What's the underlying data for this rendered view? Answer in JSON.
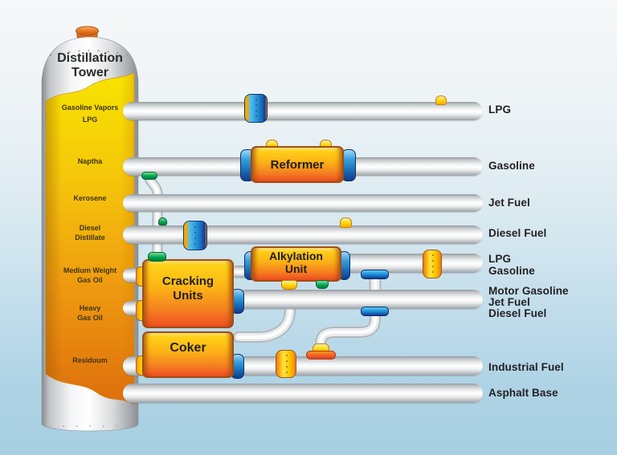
{
  "tower": {
    "title": "Distillation\nTower",
    "labels": {
      "gasoline_vapors": "Gasoline Vapors",
      "lpg": "LPG",
      "naptha": "Naptha",
      "kerosene": "Kerosene",
      "diesel_distillate": "Diesel\nDistillate",
      "medium_gas_oil": "Medium Weight\nGas Oil",
      "heavy_gas_oil": "Heavy\nGas Oil",
      "residuum": "Residuum"
    },
    "colors": {
      "shell_metal": "#d9dbdd",
      "crude_top": "#f7e400",
      "crude_bottom": "#e0700c",
      "top_cap": "#e87722"
    }
  },
  "units": {
    "reformer": "Reformer",
    "alkylation": "Alkylation\nUnit",
    "cracking": "Cracking\nUnits",
    "coker": "Coker",
    "colors": {
      "body_top": "#ffd818",
      "body_bottom": "#ef4e23",
      "border": "#a14e12",
      "end_cap_blue": "#1b75bb"
    }
  },
  "outputs": {
    "lpg": "LPG",
    "gasoline": "Gasoline",
    "jet_fuel": "Jet Fuel",
    "diesel_fuel": "Diesel Fuel",
    "lpg_gasoline": "LPG\nGasoline",
    "motor_jet_diesel": "Motor Gasoline\nJet Fuel\nDiesel Fuel",
    "industrial_fuel": "Industrial Fuel",
    "asphalt_base": "Asphalt Base"
  },
  "components": {
    "pipe_color": "#ffffff",
    "valve_blue_color": "#1b75bb",
    "valve_yellow_color": "#ffd200",
    "flange_green_color": "#00a651",
    "flange_blue_color": "#1b8fd8",
    "junction_cap_orange": "#f15a29"
  }
}
